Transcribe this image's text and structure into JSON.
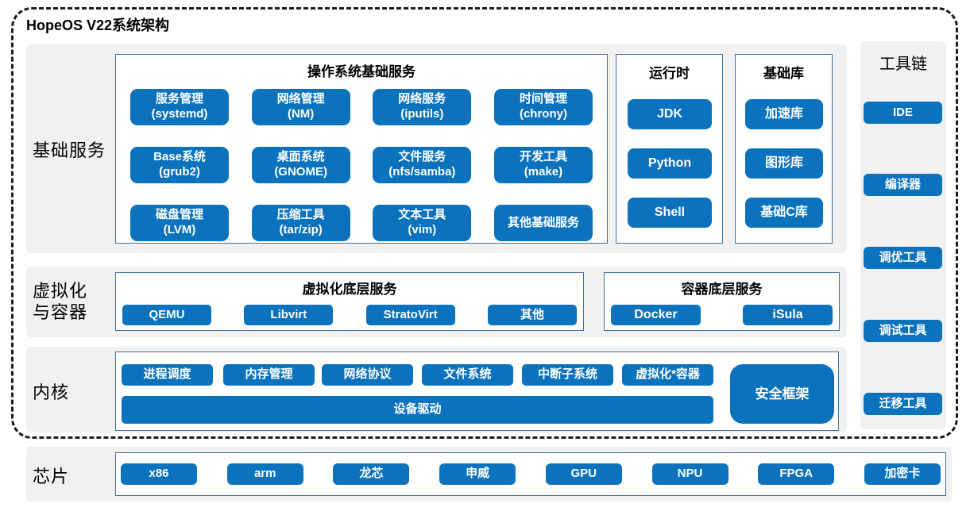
{
  "title": "HopeOS V22系统架构",
  "colors": {
    "accent": "#0b72bd",
    "panel_bg": "#f1f1f2",
    "box_border": "#41719c",
    "frame_border": "#1c1c1c"
  },
  "basic": {
    "label": "基础服务",
    "os": {
      "title": "操作系统基础服务",
      "items": [
        {
          "line1": "服务管理",
          "line2": "(systemd)"
        },
        {
          "line1": "网络管理",
          "line2": "(NM)"
        },
        {
          "line1": "网络服务",
          "line2": "(iputils)"
        },
        {
          "line1": "时间管理",
          "line2": "(chrony)"
        },
        {
          "line1": "Base系统",
          "line2": "(grub2)"
        },
        {
          "line1": "桌面系统",
          "line2": "(GNOME)"
        },
        {
          "line1": "文件服务",
          "line2": "(nfs/samba)"
        },
        {
          "line1": "开发工具",
          "line2": "(make)"
        },
        {
          "line1": "磁盘管理",
          "line2": "(LVM)"
        },
        {
          "line1": "压缩工具",
          "line2": "(tar/zip)"
        },
        {
          "line1": "文本工具",
          "line2": "(vim)"
        },
        {
          "line1": "其他基础服务",
          "line2": ""
        }
      ]
    },
    "runtime": {
      "title": "运行时",
      "items": [
        "JDK",
        "Python",
        "Shell"
      ]
    },
    "baselib": {
      "title": "基础库",
      "items": [
        "加速库",
        "图形库",
        "基础C库"
      ]
    }
  },
  "toolchain": {
    "label": "工具链",
    "items": [
      "IDE",
      "编译器",
      "调优工具",
      "调试工具",
      "迁移工具"
    ]
  },
  "virt": {
    "label_line1": "虚拟化",
    "label_line2": "与容器",
    "virt_box": {
      "title": "虚拟化底层服务",
      "items": [
        "QEMU",
        "Libvirt",
        "StratoVirt",
        "其他"
      ]
    },
    "container_box": {
      "title": "容器底层服务",
      "items": [
        "Docker",
        "iSula"
      ]
    }
  },
  "kernel": {
    "label": "内核",
    "items": [
      "进程调度",
      "内存管理",
      "网络协议",
      "文件系统",
      "中断子系统",
      "虚拟化*容器"
    ],
    "device_driver": "设备驱动",
    "security": "安全框架"
  },
  "chips": {
    "label": "芯片",
    "items": [
      "x86",
      "arm",
      "龙芯",
      "申威",
      "GPU",
      "NPU",
      "FPGA",
      "加密卡"
    ]
  }
}
